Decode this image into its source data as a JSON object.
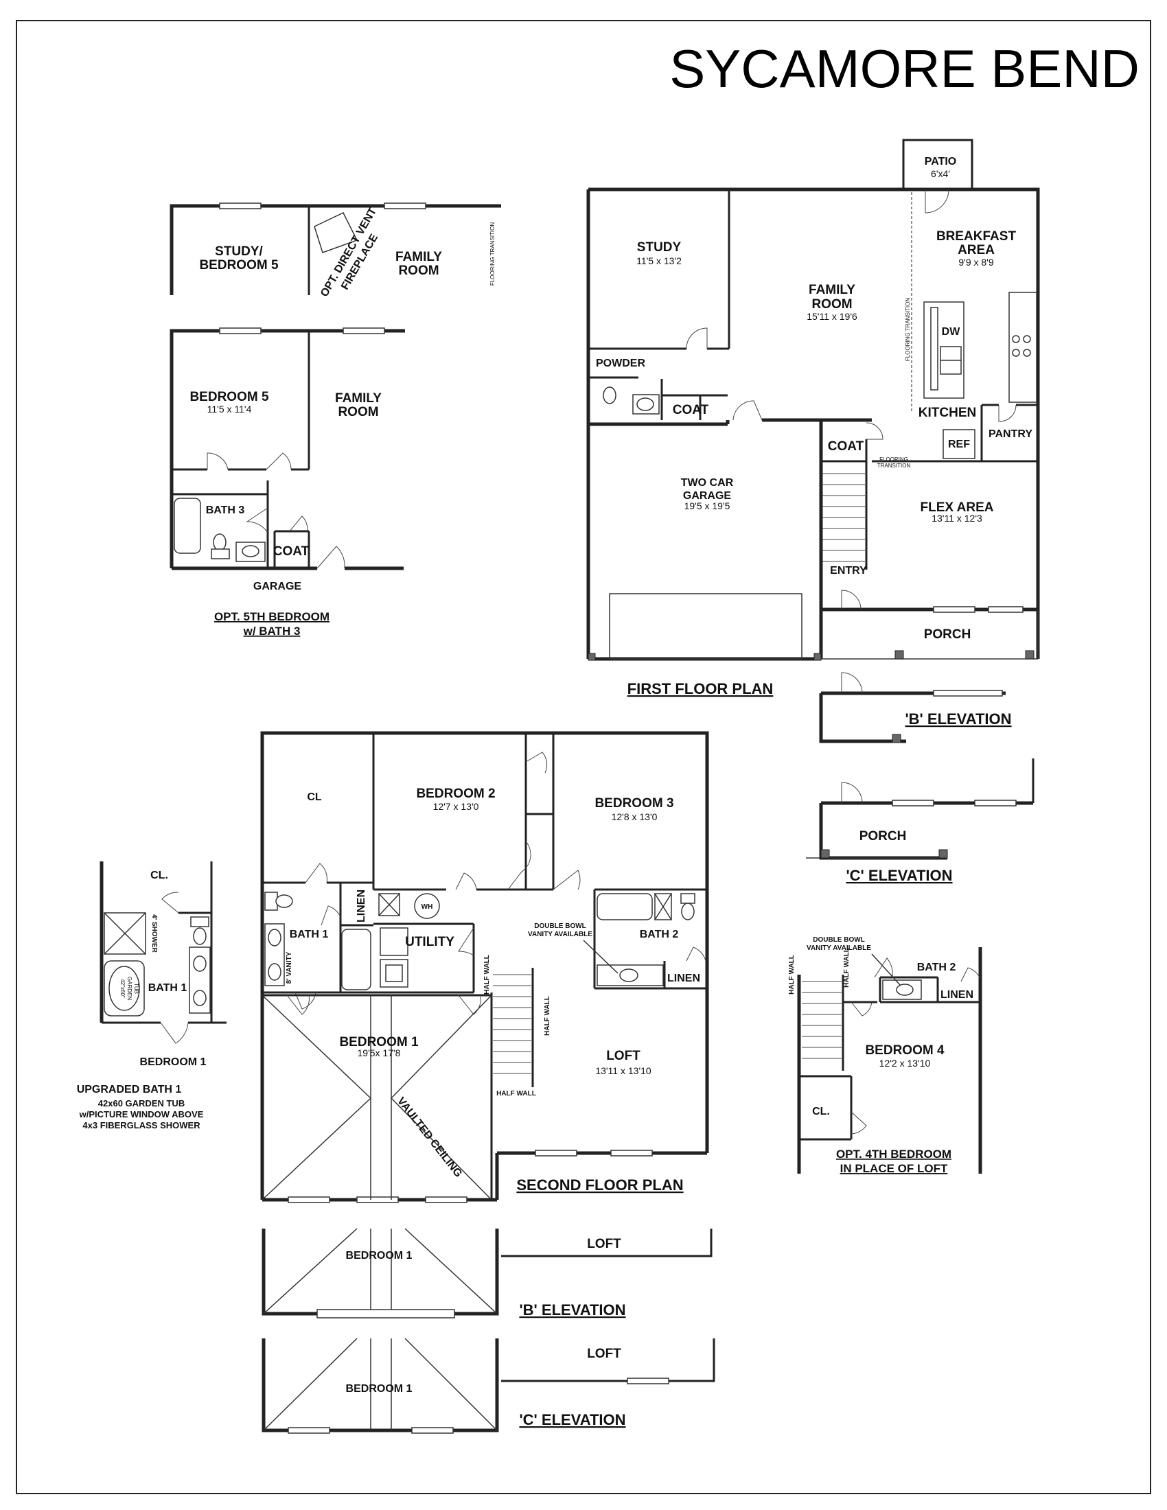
{
  "title": "SYCAMORE BEND",
  "first_floor": {
    "caption": "FIRST FLOOR PLAN",
    "patio": {
      "name": "PATIO",
      "dim": "6'x4'"
    },
    "study": {
      "name": "STUDY",
      "dim": "11'5 x 13'2"
    },
    "family_room": {
      "name_1": "FAMILY",
      "name_2": "ROOM",
      "dim": "15'11 x 19'6"
    },
    "breakfast": {
      "name_1": "BREAKFAST",
      "name_2": "AREA",
      "dim": "9'9 x 8'9"
    },
    "powder": "POWDER",
    "coat_1": "COAT",
    "coat_2": "COAT",
    "kitchen": "KITCHEN",
    "pantry": "PANTRY",
    "ref": "REF",
    "dw": "DW",
    "garage": {
      "name_1": "TWO CAR",
      "name_2": "GARAGE",
      "dim": "19'5 x 19'5"
    },
    "flex": {
      "name": "FLEX AREA",
      "dim": "13'11 x 12'3"
    },
    "entry": "ENTRY",
    "porch": "PORCH",
    "flooring_1": "FLOORING TRANSITION",
    "flooring_2": "FLOORING",
    "flooring_3": "TRANSITION",
    "b_elev": "'B' ELEVATION",
    "c_elev": "'C' ELEVATION",
    "c_porch": "PORCH"
  },
  "opt_5th": {
    "study_1": "STUDY/",
    "study_2": "BEDROOM 5",
    "fireplace_1": "OPT. DIRECT VENT",
    "fireplace_2": "FIREPLACE",
    "family_1": "FAMILY",
    "family_2": "ROOM",
    "flooring": "FLOORING TRANSITION",
    "bedroom": {
      "name": "BEDROOM 5",
      "dim": "11'5 x 11'4"
    },
    "family_b_1": "FAMILY",
    "family_b_2": "ROOM",
    "bath": "BATH 3",
    "coat": "COAT",
    "garage": "GARAGE",
    "caption_1": "OPT. 5TH BEDROOM",
    "caption_2": "w/ BATH 3"
  },
  "second_floor": {
    "caption": "SECOND FLOOR PLAN",
    "cl": "CL",
    "bedroom2": {
      "name": "BEDROOM 2",
      "dim": "12'7 x 13'0"
    },
    "bedroom3": {
      "name": "BEDROOM 3",
      "dim": "12'8 x 13'0"
    },
    "linen_1": "LINEN",
    "wh": "WH",
    "bath1": "BATH 1",
    "vanity": "8' VANITY",
    "utility": "UTILITY",
    "double_bowl_1": "DOUBLE BOWL",
    "double_bowl_2": "VANITY AVAILABLE",
    "bath2": "BATH 2",
    "linen_2": "LINEN",
    "half_wall_1": "HALF WALL",
    "half_wall_2": "HALF WALL",
    "half_wall_3": "HALF WALL",
    "bedroom1": {
      "name": "BEDROOM 1",
      "dim": "19'5x 17'8"
    },
    "vaulted": "VAULTED CEILING",
    "loft": {
      "name": "LOFT",
      "dim": "13'11 x 13'10"
    },
    "b_elev": {
      "bedroom": "BEDROOM 1",
      "loft": "LOFT",
      "caption": "'B' ELEVATION"
    },
    "c_elev": {
      "bedroom": "BEDROOM 1",
      "loft": "LOFT",
      "caption": "'C' ELEVATION"
    }
  },
  "upgraded_bath": {
    "cl": "CL.",
    "shower": "4' SHOWER",
    "tub_1": "42\"x60\"",
    "tub_2": "GARDEN",
    "tub_3": "TUB",
    "bath": "BATH 1",
    "bedroom": "BEDROOM 1",
    "caption": "UPGRADED BATH 1",
    "note_1": "42x60 GARDEN TUB",
    "note_2": "w/PICTURE WINDOW ABOVE",
    "note_3": "4x3 FIBERGLASS SHOWER"
  },
  "opt_4th": {
    "double_bowl_1": "DOUBLE BOWL",
    "double_bowl_2": "VANITY AVAILABLE",
    "bath2": "BATH 2",
    "linen": "LINEN",
    "half_wall_1": "HALF WALL",
    "half_wall_2": "HALF WALL",
    "bedroom": {
      "name": "BEDROOM 4",
      "dim": "12'2 x 13'10"
    },
    "cl": "CL.",
    "caption_1": "OPT. 4TH BEDROOM",
    "caption_2": "IN PLACE OF LOFT"
  }
}
